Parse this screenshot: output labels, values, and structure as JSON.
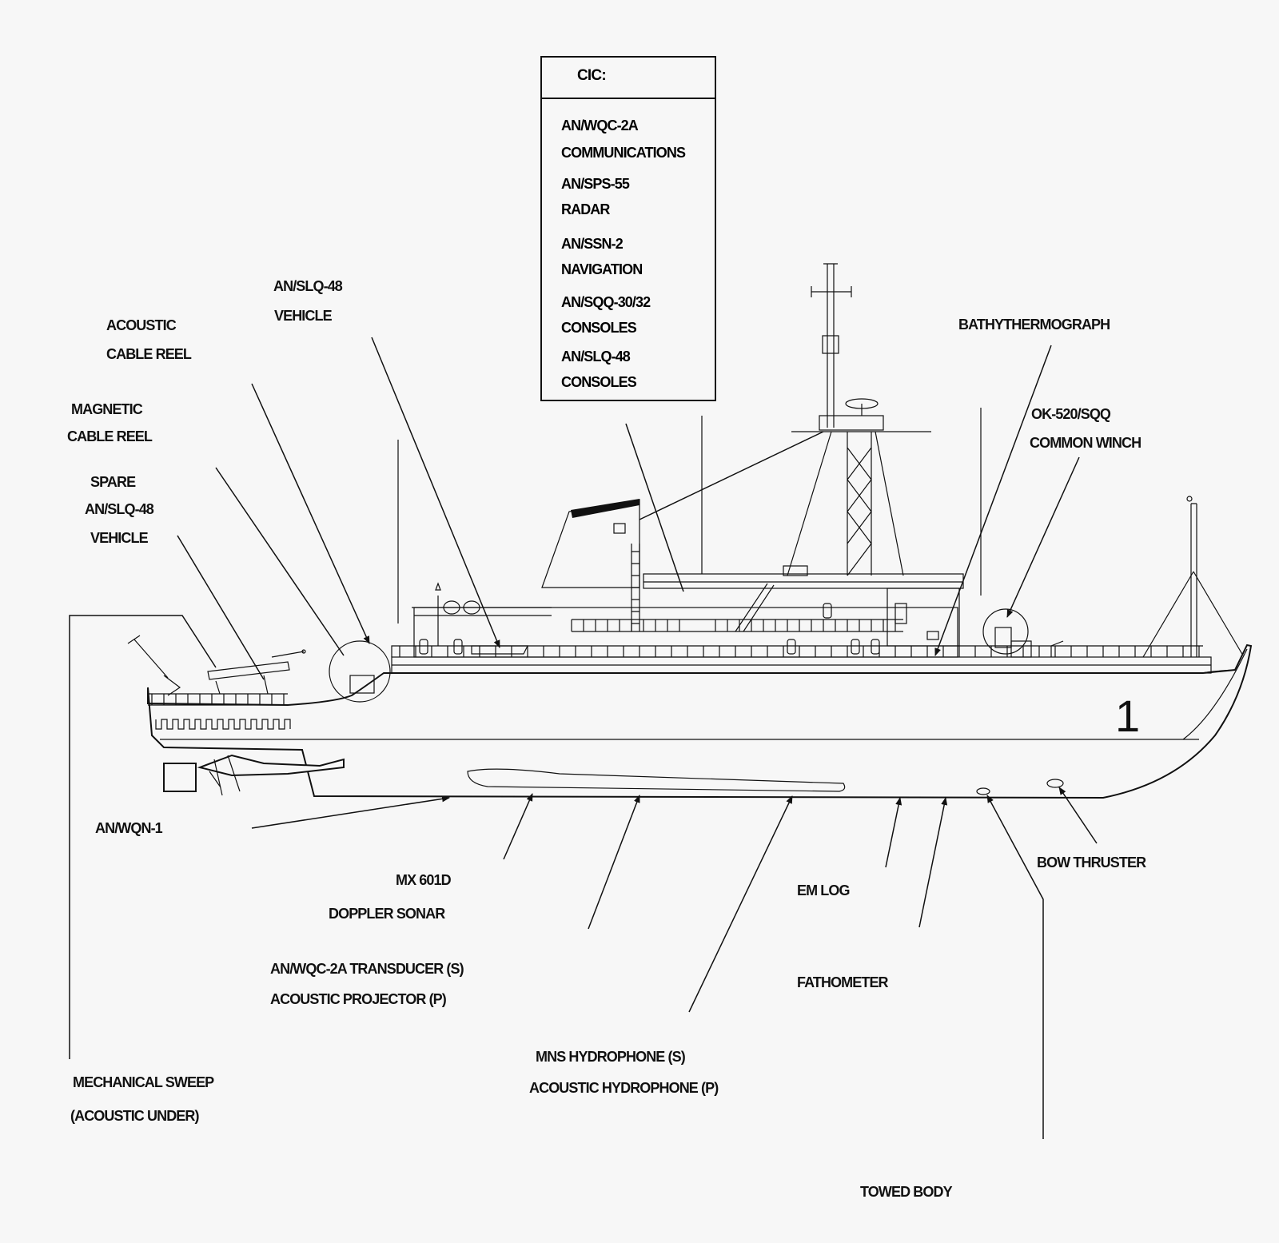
{
  "cic": {
    "title": "CIC:",
    "items": [
      "AN/WQC-2A",
      "COMMUNICATIONS",
      "AN/SPS-55",
      "RADAR",
      "AN/SSN-2",
      "NAVIGATION",
      "AN/SQQ-30/32",
      "CONSOLES",
      "AN/SLQ-48",
      "CONSOLES"
    ]
  },
  "labels": {
    "slq48_vehicle": [
      "AN/SLQ-48",
      "VEHICLE"
    ],
    "acoustic_cable_reel": [
      "ACOUSTIC",
      "CABLE REEL"
    ],
    "magnetic_cable_reel": [
      "MAGNETIC",
      "CABLE REEL"
    ],
    "spare_slq48_vehicle": [
      "SPARE",
      "AN/SLQ-48",
      "VEHICLE"
    ],
    "bathythermograph": "BATHYTHERMOGRAPH",
    "common_winch": [
      "OK-520/SQQ",
      "COMMON WINCH"
    ],
    "anwqn1": "AN/WQN-1",
    "doppler_sonar": [
      "MX 601D",
      "DOPPLER SONAR"
    ],
    "wqc2a_transducer": [
      "AN/WQC-2A TRANSDUCER (S)",
      "ACOUSTIC PROJECTOR (P)"
    ],
    "mns_hydrophone": [
      "MNS HYDROPHONE (S)",
      "ACOUSTIC HYDROPHONE (P)"
    ],
    "em_log": "EM LOG",
    "fathometer": "FATHOMETER",
    "bow_thruster": "BOW THRUSTER",
    "mechanical_sweep": [
      "MECHANICAL SWEEP",
      "(ACOUSTIC UNDER)"
    ],
    "towed_body": "TOWED BODY",
    "hull_number": "1"
  },
  "style": {
    "ink": "#111111",
    "paper": "#f7f7f7"
  }
}
